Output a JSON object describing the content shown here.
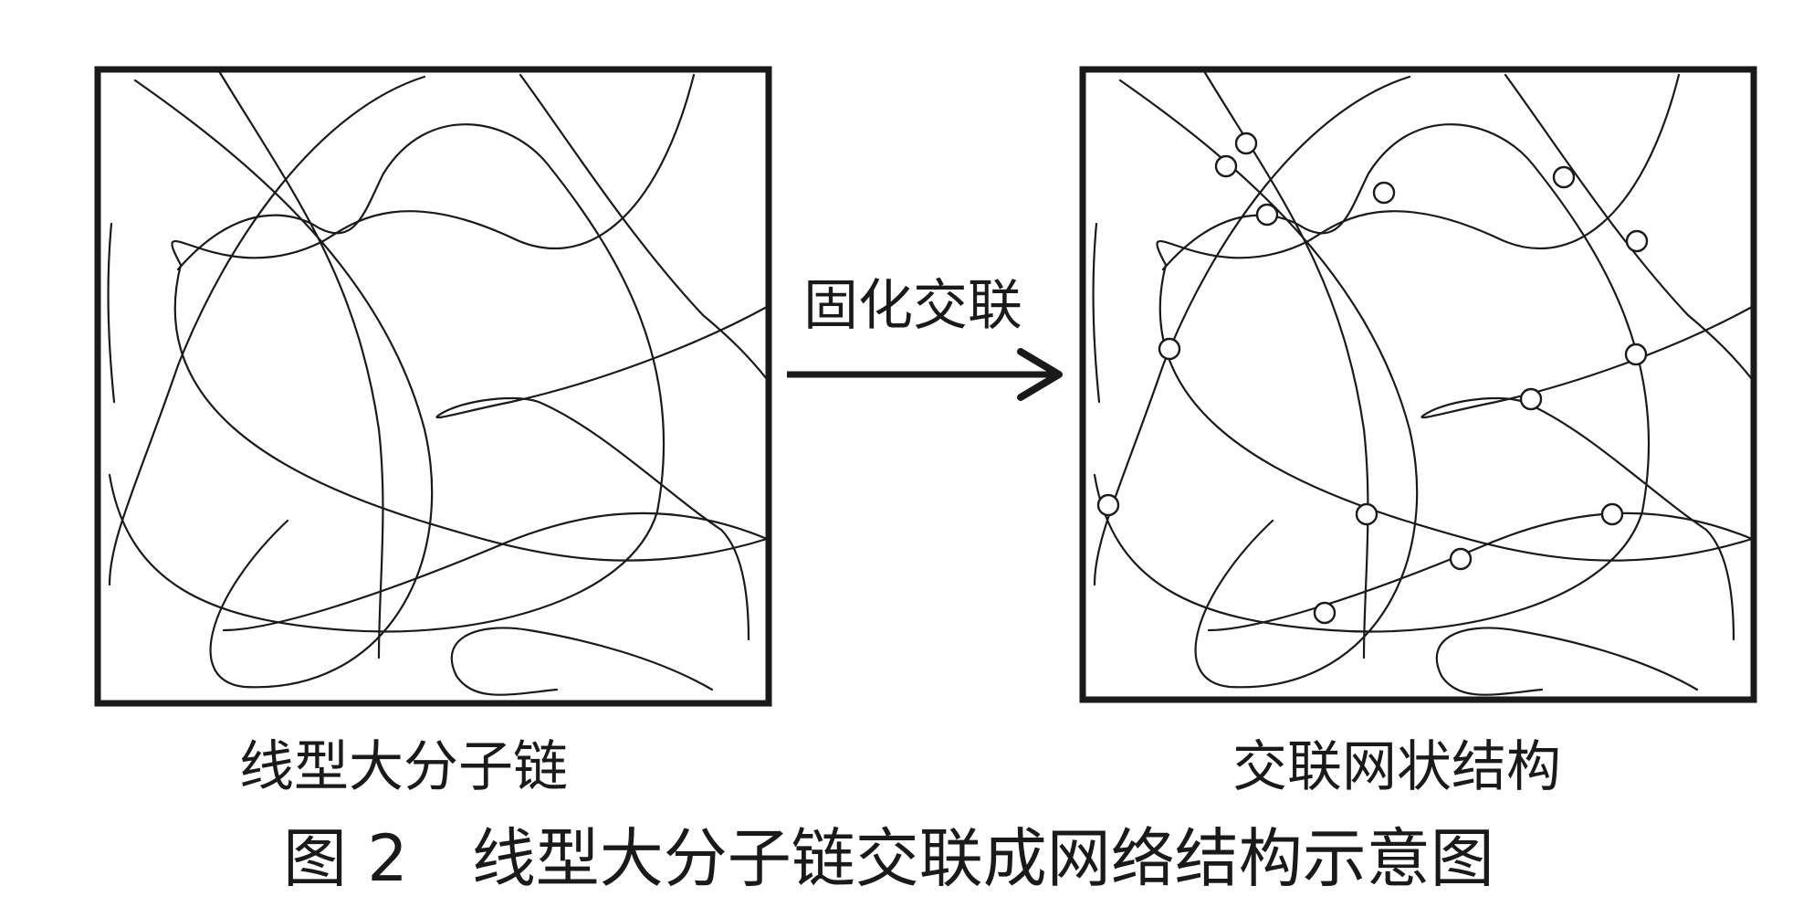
{
  "arrow": {
    "label": "固化交联"
  },
  "panels": {
    "left": {
      "label": "线型大分子链"
    },
    "right": {
      "label": "交联网状结构"
    }
  },
  "caption": {
    "number": "图 2",
    "text": "线型大分子链交联成网络结构示意图"
  },
  "colors": {
    "ink": "#1a1a1a",
    "background": "#ffffff"
  }
}
